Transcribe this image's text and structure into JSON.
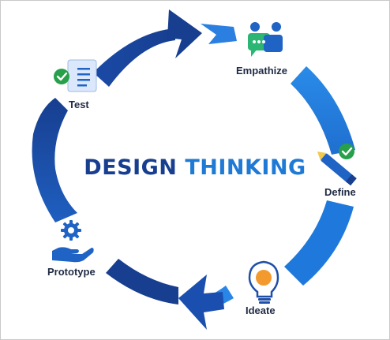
{
  "title": {
    "word1": "DESIGN",
    "word2": "THINKING"
  },
  "stages": {
    "empathize": {
      "label": "Empathize",
      "icon": "chat-bubbles-icon"
    },
    "define": {
      "label": "Define",
      "icon": "pencil-check-icon"
    },
    "ideate": {
      "label": "Ideate",
      "icon": "lightbulb-icon"
    },
    "prototype": {
      "label": "Prototype",
      "icon": "gear-hand-icon"
    },
    "test": {
      "label": "Test",
      "icon": "document-check-icon"
    }
  },
  "colors": {
    "dark_blue": "#173e8f",
    "mid_blue": "#1f63c4",
    "light_blue": "#2a8be8",
    "check_green": "#27a04a",
    "bulb_orange": "#f29a2e"
  }
}
